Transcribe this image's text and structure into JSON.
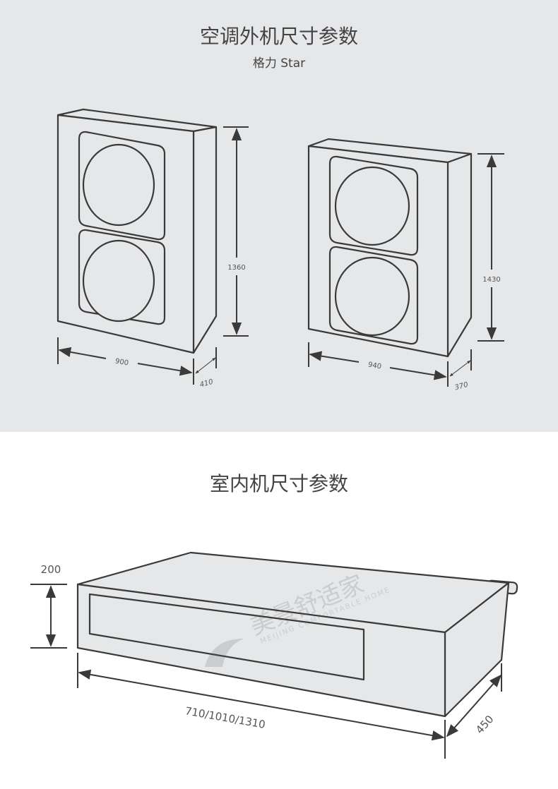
{
  "outdoor": {
    "title": "空调外机尺寸参数",
    "subtitle": "格力 Star",
    "unit_a": {
      "height": "1360",
      "width": "900",
      "depth": "410"
    },
    "unit_b": {
      "height": "1430",
      "width": "940",
      "depth": "370"
    }
  },
  "indoor": {
    "title": "室内机尺寸参数",
    "height": "200",
    "width": "710/1010/1310",
    "depth": "450"
  },
  "watermark": {
    "cn": "美景舒适家",
    "en": "MEIJING COMFORTABLE HOME"
  },
  "colors": {
    "panel_bg": "#e6e7e8",
    "line": "#3a3a3a"
  }
}
